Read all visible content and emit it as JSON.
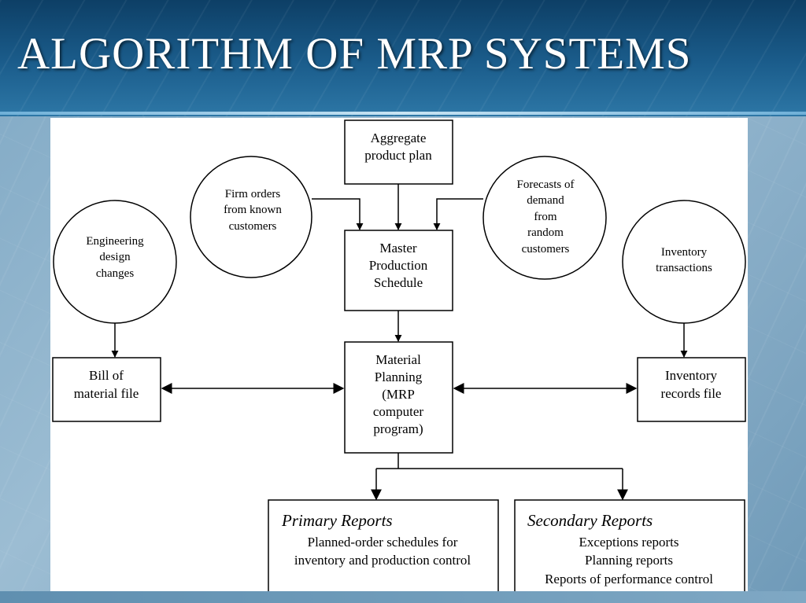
{
  "slide": {
    "title": "ALGORITHM OF MRP SYSTEMS"
  },
  "diagram": {
    "aggregate_plan": [
      "Aggregate",
      "product plan"
    ],
    "firm_orders": [
      "Firm orders",
      "from known",
      "customers"
    ],
    "forecasts": [
      "Forecasts of",
      "demand",
      "from",
      "random",
      "customers"
    ],
    "engineering": [
      "Engineering",
      "design",
      "changes"
    ],
    "inventory_transactions": [
      "Inventory",
      "transactions"
    ],
    "master_schedule": [
      "Master",
      "Production",
      "Schedule"
    ],
    "material_planning": [
      "Material",
      "Planning",
      "(MRP",
      "computer",
      "program)"
    ],
    "bill_of_material": [
      "Bill of",
      "material file"
    ],
    "inventory_records": [
      "Inventory",
      "records file"
    ],
    "primary_reports": {
      "heading": "Primary Reports",
      "lines": [
        "Planned-order schedules for",
        "inventory and production control"
      ]
    },
    "secondary_reports": {
      "heading": "Secondary Reports",
      "lines": [
        "Exceptions reports",
        "Planning reports",
        "Reports of performance control"
      ]
    }
  }
}
